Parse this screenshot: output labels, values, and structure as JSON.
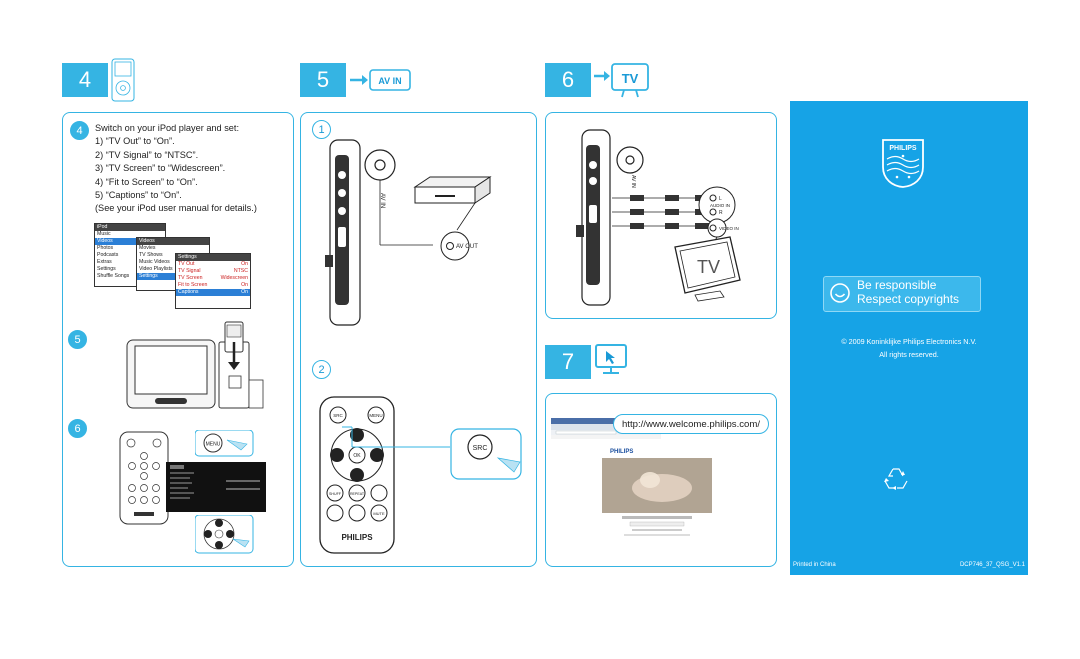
{
  "steps": {
    "s4": {
      "num": "4"
    },
    "s5": {
      "num": "5",
      "badge": "AV IN"
    },
    "s6": {
      "num": "6",
      "badge": "TV"
    },
    "s7": {
      "num": "7"
    }
  },
  "left_panel": {
    "sub4": "4",
    "sub5": "5",
    "sub6": "6",
    "instructions": [
      "Switch on your iPod player and set:",
      "1)  “TV Out” to “On”.",
      "2)  “TV Signal” to “NTSC”.",
      "3)  “TV Screen” to “Widescreen”.",
      "4)  “Fit to Screen” to “On”.",
      "5)  “Captions” to “On”.",
      "(See your iPod user manual for details.)"
    ],
    "menu1": {
      "header": "iPod",
      "items": [
        "Music",
        "Videos",
        "Photos",
        "Podcasts",
        "Extras",
        "Settings",
        "Shuffle Songs"
      ]
    },
    "menu2": {
      "header": "Videos",
      "items": [
        "Movies",
        "TV Shows",
        "Music Videos",
        "Video Playlists",
        "Settings"
      ]
    },
    "menu3": {
      "header": "Settings",
      "rows": [
        {
          "k": "TV Out",
          "v": "On"
        },
        {
          "k": "TV Signal",
          "v": "NTSC"
        },
        {
          "k": "TV Screen",
          "v": "Widescreen"
        },
        {
          "k": "Fit to Screen",
          "v": "On"
        },
        {
          "k": "Captions",
          "v": "On"
        }
      ]
    },
    "remote_buttons": {
      "menu": "MENU"
    }
  },
  "mid_panel": {
    "sub1": "1",
    "sub2": "2",
    "av_in_label": "AV IN",
    "av_out_label": "AV OUT",
    "remote": {
      "src": "SRC",
      "menu": "MENU",
      "ok": "OK",
      "shuffle": "SHUFF",
      "repeat": "REPEAT",
      "mute": "MUTE",
      "brand": "PHILIPS"
    },
    "src_callout": "SRC"
  },
  "tv_panel": {
    "audio_in": "AUDIO IN",
    "l": "L",
    "r": "R",
    "video_in": "VIDEO IN",
    "tv_text": "TV",
    "av_in_label": "AV IN"
  },
  "web_panel": {
    "url": "http://www.welcome.philips.com/",
    "brand": "PHILIPS"
  },
  "right_panel": {
    "brand": "PHILIPS",
    "be_responsible": "Be responsible",
    "respect": "Respect copyrights",
    "copyright": "© 2009 Koninklijke Philips Electronics N.V.",
    "rights": "All rights reserved.",
    "printed": "Printed in China",
    "doc_code": "DCP746_37_QSG_V1.1"
  },
  "colors": {
    "accent": "#35b4e3",
    "right_bg": "#16a3e6"
  }
}
